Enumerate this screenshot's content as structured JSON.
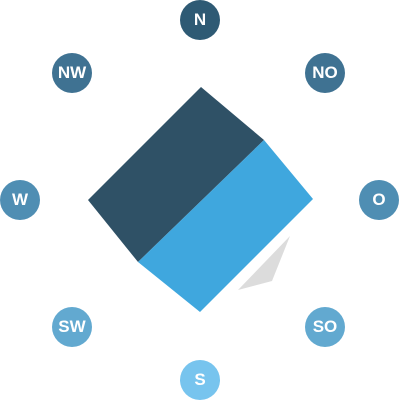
{
  "compass": {
    "north": {
      "label": "N",
      "color": "#2e5a74"
    },
    "northwest": {
      "label": "NW",
      "color": "#3f7292"
    },
    "northeast": {
      "label": "NO",
      "color": "#3f7292"
    },
    "west": {
      "label": "W",
      "color": "#4f8eb3"
    },
    "east": {
      "label": "O",
      "color": "#4f8eb3"
    },
    "southwest": {
      "label": "SW",
      "color": "#62a9d0"
    },
    "southeast": {
      "label": "SO",
      "color": "#62a9d0"
    },
    "south": {
      "label": "S",
      "color": "#77c4ee"
    }
  },
  "cube": {
    "top_face_color": "#2f5166",
    "front_face_color": "#3fa7de",
    "shadow_color": "#dcdcdc"
  }
}
